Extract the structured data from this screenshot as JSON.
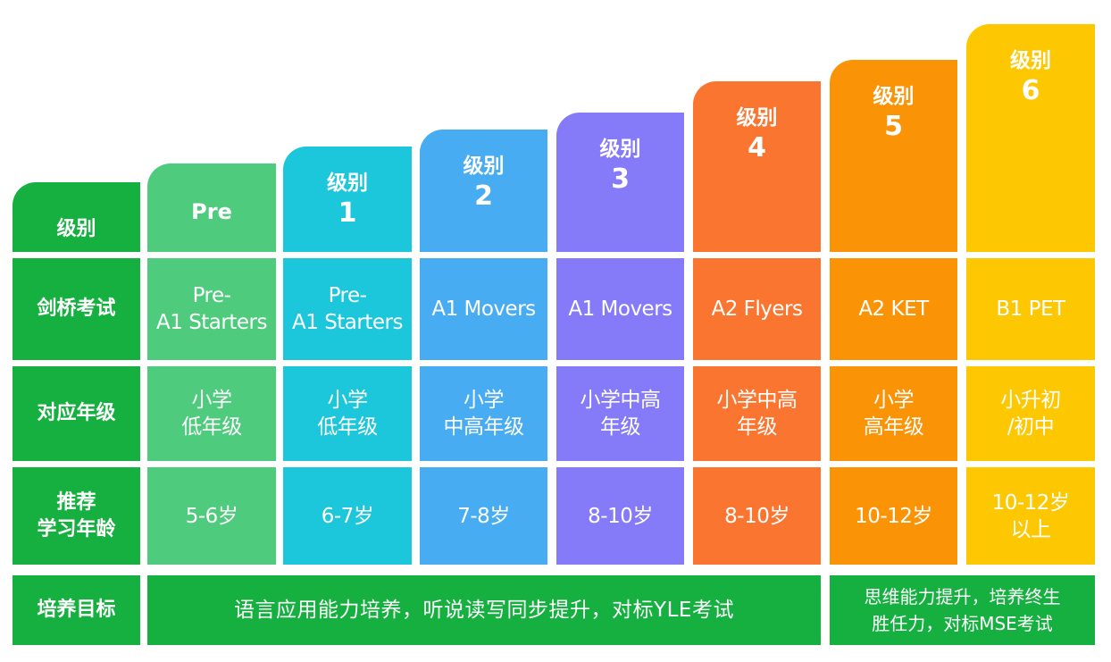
{
  "colors": {
    "label": "#16b040",
    "pre": "#4ecb7c",
    "level1": "#1cc6db",
    "level2": "#47acf2",
    "level3": "#857af8",
    "level4": "#fa7630",
    "level5": "#fa9306",
    "level6": "#fdc701",
    "goal": "#16b040"
  },
  "row_labels": {
    "level": "级别",
    "exam": "剑桥考试",
    "grade": "对应年级",
    "age": "推荐\n学习年龄",
    "goal": "培养目标"
  },
  "columns": [
    {
      "key": "pre",
      "header_line1": "Pre",
      "header_line2": "",
      "exam": "Pre-\nA1 Starters",
      "grade": "小学\n低年级",
      "age": "5-6岁"
    },
    {
      "key": "level1",
      "header_line1": "级别",
      "header_line2": "1",
      "exam": "Pre-\nA1 Starters",
      "grade": "小学\n低年级",
      "age": "6-7岁"
    },
    {
      "key": "level2",
      "header_line1": "级别",
      "header_line2": "2",
      "exam": "A1 Movers",
      "grade": "小学\n中高年级",
      "age": "7-8岁"
    },
    {
      "key": "level3",
      "header_line1": "级别",
      "header_line2": "3",
      "exam": "A1 Movers",
      "grade": "小学中高\n年级",
      "age": "8-10岁"
    },
    {
      "key": "level4",
      "header_line1": "级别",
      "header_line2": "4",
      "exam": "A2 Flyers",
      "grade": "小学中高\n年级",
      "age": "8-10岁"
    },
    {
      "key": "level5",
      "header_line1": "级别",
      "header_line2": "5",
      "exam": "A2 KET",
      "grade": "小学\n高年级",
      "age": "10-12岁"
    },
    {
      "key": "level6",
      "header_line1": "级别",
      "header_line2": "6",
      "exam": "B1 PET",
      "grade": "小升初\n/初中",
      "age": "10-12岁\n以上"
    }
  ],
  "goals": {
    "yle": "语言应用能力培养，听说读写同步提升，对标YLE考试",
    "mse": "思维能力提升，培养终生\n胜任力，对标MSE考试"
  }
}
